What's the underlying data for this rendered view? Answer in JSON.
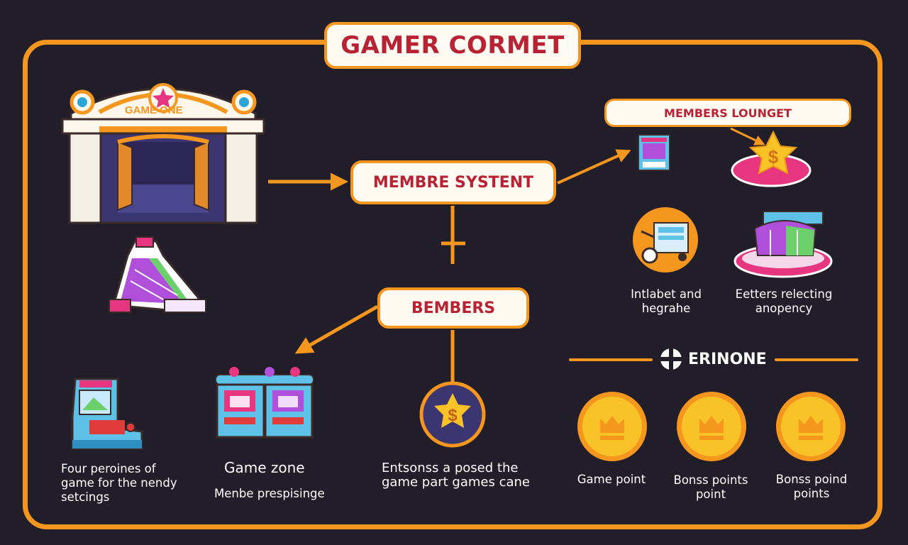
{
  "title": "GAMER CORMET",
  "nodes": {
    "system": "MEMBRE SYSTENT",
    "bembers": "BEMBERS",
    "lounge": "MEMBERS LOUNGET"
  },
  "gate_sign": "GAME ONE",
  "section": {
    "title": "ERINONE"
  },
  "labels": {
    "four": "Four peroines of game for the nendy setcings",
    "game_zone_title": "Game zone",
    "game_zone_sub": "Menbe prespisinge",
    "entsons": "Entsonss a posed the game part games cane",
    "intlabet": "Intlabet and hegrahe",
    "eetters": "Eetters relecting anopency"
  },
  "points": [
    {
      "label": "Game point"
    },
    {
      "label": "Bonss points point"
    },
    {
      "label": "Bonss poind points"
    }
  ],
  "colors": {
    "background": "#221e29",
    "accent": "#f5961e",
    "title_text": "#b82233",
    "pill_fill": "#fffaf2",
    "coin": "#f9c227"
  },
  "icons": [
    "arcade-gate-icon",
    "arcade-ride-icon",
    "arcade-cabinet-icon",
    "arcade-machines-icon",
    "dollar-coin-icon",
    "small-arcade-icon",
    "dollar-star-icon",
    "vendor-cart-icon",
    "carousel-icon",
    "erinone-logo-icon",
    "crown-coin-icon"
  ]
}
